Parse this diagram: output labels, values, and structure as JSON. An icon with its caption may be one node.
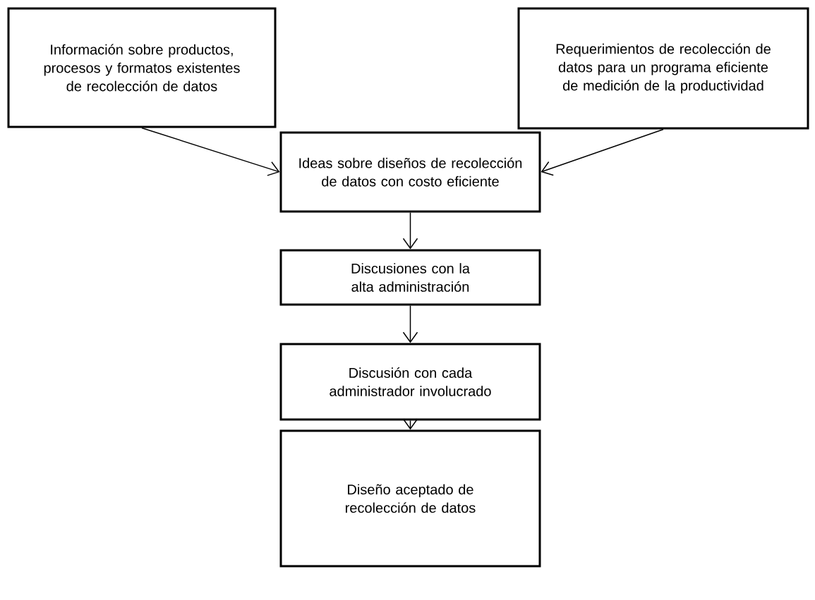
{
  "diagram": {
    "nodes": [
      {
        "text": [
          "Información sobre productos, procesos y formatos existentes de recolección de datos"
        ]
      },
      {
        "text": [
          "Requerimientos de recolección de datos para un programa eficiente de medición de la productividad"
        ]
      },
      {
        "text": [
          "Ideas sobre diseños de recolección de datos con costo eficiente"
        ]
      },
      {
        "text": [
          "Discusiones con la alta administración"
        ]
      },
      {
        "text": [
          "Discusión con cada administrador involucrado"
        ]
      },
      {
        "text": [
          "Diseño aceptado de recolección de datos"
        ]
      }
    ],
    "edges": [
      {
        "from": 0,
        "to": 2,
        "arrow": "to"
      },
      {
        "from": 1,
        "to": 2,
        "arrow": "to"
      },
      {
        "from": 2,
        "to": 3,
        "arrow": "to"
      },
      {
        "from": 3,
        "to": 4,
        "arrow": "to"
      },
      {
        "from": 4,
        "to": 5,
        "arrow": "to"
      }
    ]
  }
}
